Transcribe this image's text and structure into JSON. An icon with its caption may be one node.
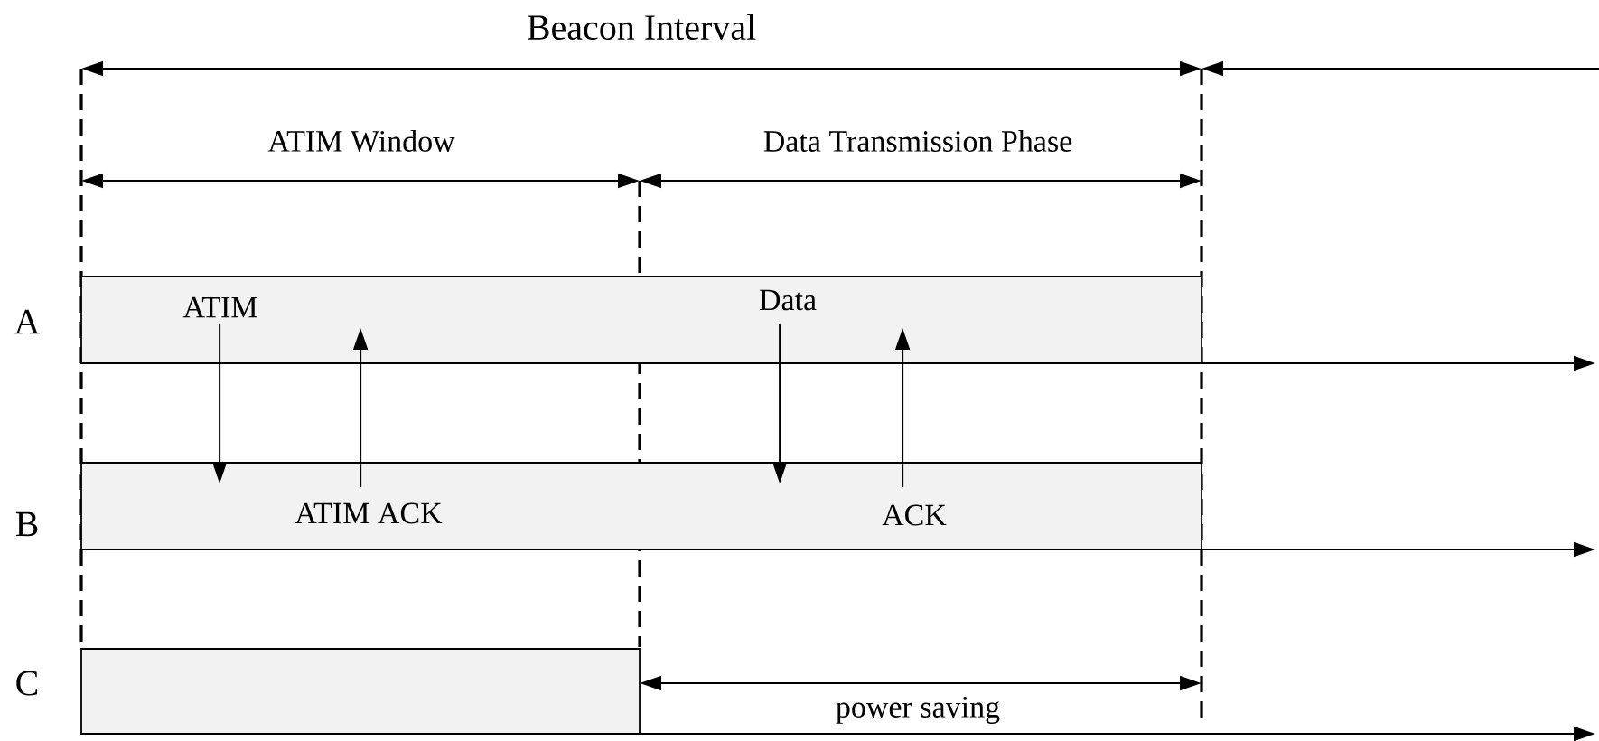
{
  "diagram": {
    "nodes": [
      {
        "text": [],
        "shape": "bar",
        "beside": [
          "A"
        ]
      },
      {
        "text": [],
        "shape": "bar",
        "beside": [
          "B"
        ]
      },
      {
        "text": [],
        "shape": "bar",
        "beside": [
          "C"
        ]
      }
    ],
    "edges": [
      {
        "from": 0,
        "to": 1,
        "arrow": "to",
        "label": "ATIM"
      },
      {
        "from": 1,
        "to": 0,
        "arrow": "to",
        "label": "ATIM ACK"
      },
      {
        "from": 0,
        "to": 1,
        "arrow": "to",
        "label": "Data"
      },
      {
        "from": 1,
        "to": 0,
        "arrow": "to",
        "label": "ACK"
      }
    ],
    "labels": [
      "Beacon Interval",
      "ATIM Window",
      "Data Transmission Phase",
      "power saving"
    ]
  }
}
